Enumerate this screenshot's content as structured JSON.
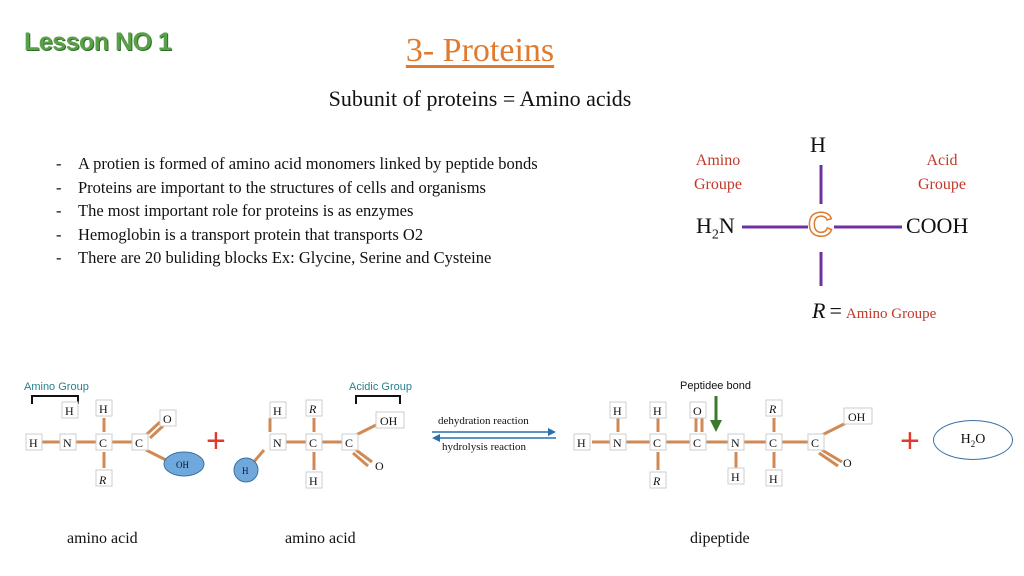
{
  "lesson_label": "Lesson NO 1",
  "title": "3- Proteins",
  "subtitle": "Subunit of proteins = Amino acids",
  "bullets": [
    "A protien is formed of amino acid monomers linked by peptide bonds",
    "Proteins are important to the structures of cells and organisms",
    "The most important role for proteins is as enzymes",
    "Hemoglobin is a transport protein that transports O2",
    "There are 20 buliding blocks Ex: Glycine, Serine and Cysteine"
  ],
  "structure": {
    "amino_label_1": "Amino",
    "amino_label_2": "Groupe",
    "acid_label_1": "Acid",
    "acid_label_2": "Groupe",
    "top_atom": "H",
    "left_group_h": "H",
    "left_group_sub": "2",
    "left_group_n": "N",
    "center_atom": "C",
    "right_group": "COOH",
    "r_symbol": "R",
    "r_equals": "=",
    "r_label": "Amino Groupe"
  },
  "reaction": {
    "amino_group_label": "Amino Group",
    "acidic_group_label": "Acidic Group",
    "peptide_bond_label": "Peptidee bond",
    "dehydration": "dehydration reaction",
    "hydrolysis": "hydrolysis reaction",
    "plus": "+",
    "water_h": "H",
    "water_sub": "2",
    "water_o": "O",
    "caption_1": "amino acid",
    "caption_2": "amino acid",
    "caption_3": "dipeptide"
  },
  "colors": {
    "title": "#e07a2e",
    "lesson": "#5aa048",
    "bond_purple": "#7030a0",
    "label_red": "#c0392b",
    "bond_brown": "#d08a55",
    "ball_blue": "#6fa8dc",
    "arrow_green": "#3a7a2a"
  }
}
